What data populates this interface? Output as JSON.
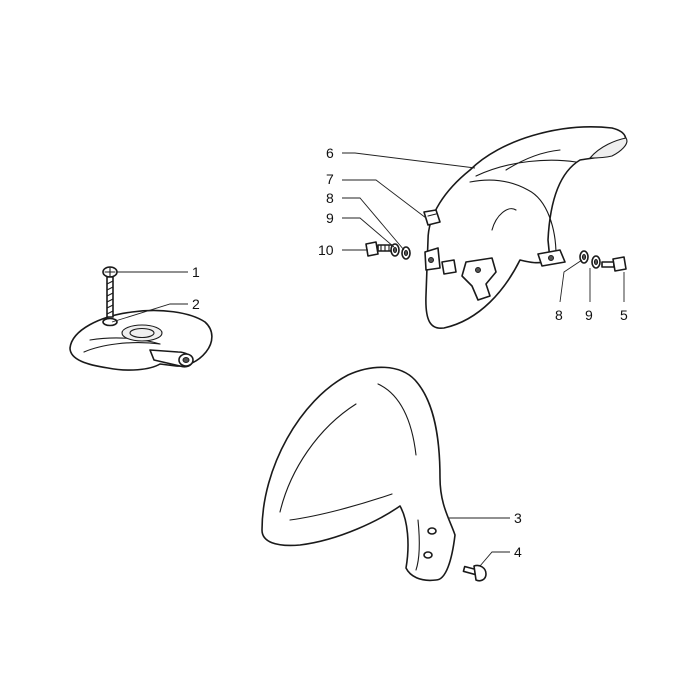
{
  "diagram": {
    "callouts": {
      "c1": "1",
      "c2": "2",
      "c3": "3",
      "c4": "4",
      "c5": "5",
      "c6": "6",
      "c7": "7",
      "c8a": "8",
      "c8b": "8",
      "c9a": "9",
      "c9b": "9",
      "c10": "10"
    }
  }
}
